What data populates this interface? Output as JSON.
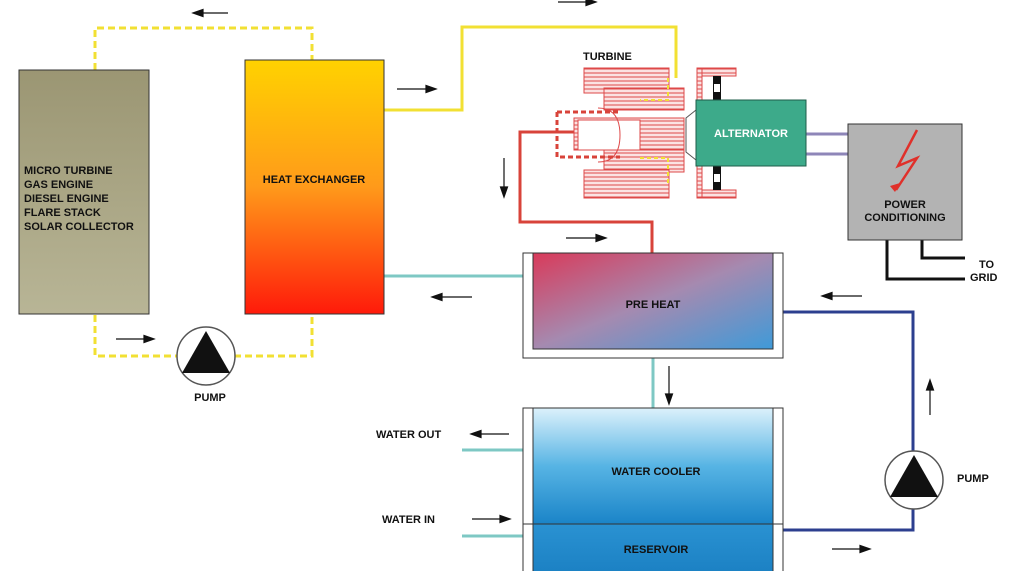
{
  "source_box": {
    "lines": [
      "MICRO TURBINE",
      "GAS ENGINE",
      "DIESEL ENGINE",
      "FLARE STACK",
      "SOLAR COLLECTOR"
    ]
  },
  "heat_exchanger": {
    "label": "HEAT EXCHANGER"
  },
  "turbine": {
    "label": "TURBINE"
  },
  "alternator": {
    "label": "ALTERNATOR"
  },
  "power_conditioning": {
    "line1": "POWER",
    "line2": "CONDITIONING"
  },
  "grid": {
    "line1": "TO",
    "line2": "GRID"
  },
  "preheat": {
    "label": "PRE HEAT"
  },
  "water_cooler": {
    "label": "WATER COOLER"
  },
  "reservoir": {
    "label": "RESERVOIR"
  },
  "pump_left": {
    "label": "PUMP"
  },
  "pump_right": {
    "label": "PUMP"
  },
  "water_out": {
    "label": "WATER OUT"
  },
  "water_in": {
    "label": "WATER IN"
  },
  "colors": {
    "loop_yellow": "#f2e033",
    "steam_red": "#d8433a",
    "cool_teal": "#7ec8c4",
    "return_blue": "#2c3f8f",
    "power_purple": "#8e86b8",
    "grid_black": "#111111",
    "source_box": "#a9a685",
    "alternator_green": "#3daa8a",
    "power_box_gray": "#b3b3b3",
    "bolt_red": "#e0302a"
  }
}
